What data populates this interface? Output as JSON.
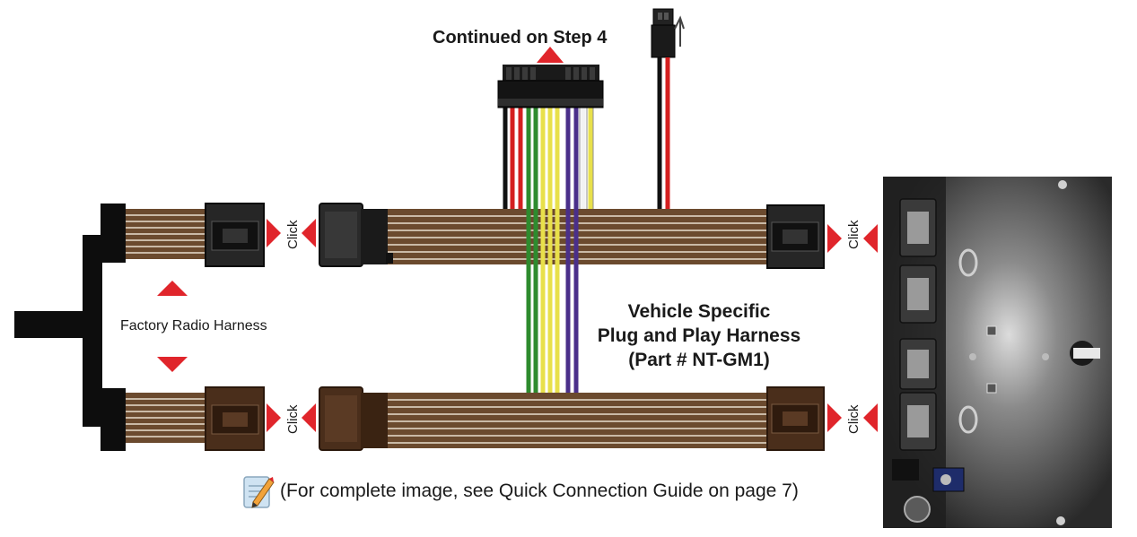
{
  "labels": {
    "continued": "Continued on Step 4",
    "factory_harness": "Factory Radio Harness",
    "vehicle_line1": "Vehicle Specific",
    "vehicle_line2": "Plug and Play Harness",
    "vehicle_line3": "(Part # NT-GM1)",
    "click": "Click"
  },
  "note": {
    "text": "(For complete image, see Quick Connection Guide on page 7)",
    "icon": "pencil-note-icon"
  },
  "colors": {
    "arrow_red": "#e0252b",
    "wire_brown": "#6b4a2e",
    "wire_stripe": "#c9b9a6",
    "connector_black": "#1c1c1c",
    "connector_brown": "#4a2e1b",
    "wire_green": "#2e8b2e",
    "wire_yellow": "#e8e04a",
    "wire_purple": "#4a2f8a",
    "wire_red": "#d42020",
    "wire_black": "#111111",
    "wire_white": "#f2f2f2",
    "panel_dark": "#2a2a2a"
  }
}
